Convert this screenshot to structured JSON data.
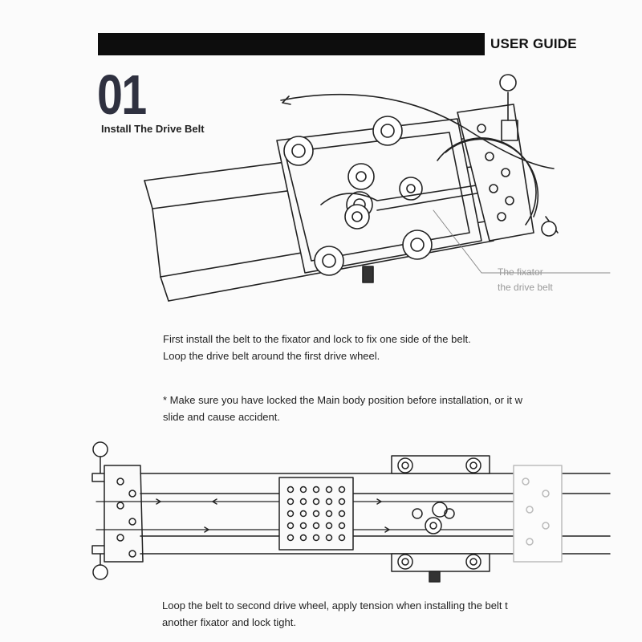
{
  "header": {
    "guide_title": "USER GUIDE"
  },
  "step": {
    "number": "01",
    "title": "Install The Drive Belt"
  },
  "callout": {
    "line1": "The fixator",
    "line2": "the drive belt"
  },
  "instructions": {
    "para1_line1": "First install the belt to the fixator and lock to fix one side of the belt.",
    "para1_line2": "Loop the drive belt around the first drive wheel.",
    "para2_line1": "* Make sure you have locked the Main body position before installation, or it w",
    "para2_line2": "slide and cause accident.",
    "para3_line1": "Loop the belt to second drive wheel, apply tension when installing the belt t",
    "para3_line2": "another fixator and lock tight."
  },
  "figures": {
    "top": "slider-close-up-illustration",
    "bottom": "slider-full-illustration"
  }
}
